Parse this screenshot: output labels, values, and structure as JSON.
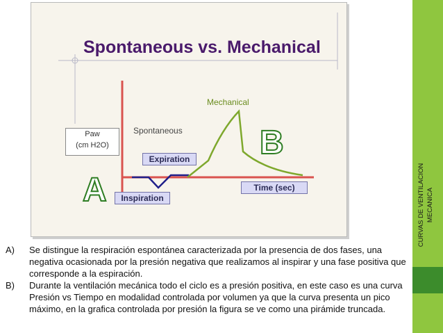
{
  "sidebar": {
    "label_line1": "CURVAS DE VENTILACION",
    "label_line2": "MECANICA",
    "color": "#8fc63f",
    "dark_color": "#3c8c2c"
  },
  "figure": {
    "title": "Spontaneous vs. Mechanical",
    "mechanical_label": "Mechanical",
    "spontaneous_label": "Spontaneous",
    "y_label_line1": "Paw",
    "y_label_line2": "(cm H2O)",
    "expiration_label": "Expiration",
    "inspiration_label": "Inspiration",
    "time_label": "Time (sec)",
    "letter_a": "A",
    "letter_b": "B",
    "colors": {
      "title": "#4a1a6b",
      "axis": "#d9534f",
      "curve": "#1f1f8a",
      "mechanical": "#7ea82d",
      "letters": "#2e7d23"
    }
  },
  "text": {
    "items": [
      {
        "marker": "A)",
        "text": "Se distingue la respiración espontánea caracterizada por la presencia de dos fases, una negativa ocasionada por la presión negativa que realizamos al inspirar y una fase positiva que corresponde a la espiración."
      },
      {
        "marker": "B)",
        "text": "Durante la ventilación mecánica todo el ciclo es a presión positiva, en este caso es una curva Presión vs Tiempo en modalidad controlada por volumen ya que la curva presenta un pico máximo, en la grafica controlada por presión la figura se ve como una pirámide truncada."
      }
    ]
  }
}
